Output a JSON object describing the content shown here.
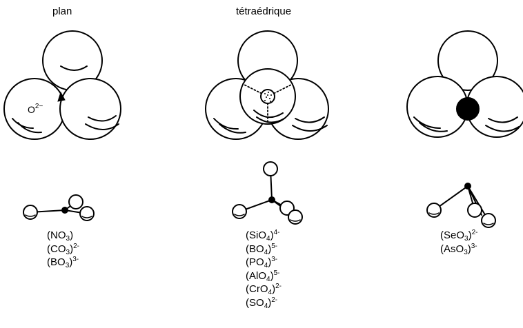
{
  "columns": [
    {
      "heading": "plan",
      "atom_label": {
        "base": "O",
        "sup": "2−"
      },
      "ions": [
        {
          "open": "(",
          "parts": [
            [
              "N",
              ""
            ],
            [
              "O",
              "3"
            ]
          ],
          "close": ")",
          "charge": ""
        },
        {
          "open": "(",
          "parts": [
            [
              "C",
              ""
            ],
            [
              "O",
              "3"
            ]
          ],
          "close": ")",
          "charge": "2-"
        },
        {
          "open": "(",
          "parts": [
            [
              "B",
              ""
            ],
            [
              "O",
              "3"
            ]
          ],
          "close": ")",
          "charge": "3-"
        }
      ]
    },
    {
      "heading": "tétraédrique",
      "ions": [
        {
          "open": "(",
          "parts": [
            [
              "Si",
              ""
            ],
            [
              "O",
              "4"
            ]
          ],
          "close": ")",
          "charge": "4-"
        },
        {
          "open": "(",
          "parts": [
            [
              "B",
              ""
            ],
            [
              "O",
              "4"
            ]
          ],
          "close": ")",
          "charge": "5-"
        },
        {
          "open": "(",
          "parts": [
            [
              "P",
              ""
            ],
            [
              "O",
              "4"
            ]
          ],
          "close": ")",
          "charge": "3-"
        },
        {
          "open": "(",
          "parts": [
            [
              "Al",
              ""
            ],
            [
              "O",
              "4"
            ]
          ],
          "close": ")",
          "charge": "5-"
        },
        {
          "open": "(",
          "parts": [
            [
              "Cr",
              ""
            ],
            [
              "O",
              "4"
            ]
          ],
          "close": ")",
          "charge": "2-"
        },
        {
          "open": "(",
          "parts": [
            [
              "S",
              ""
            ],
            [
              "O",
              "4"
            ]
          ],
          "close": ")",
          "charge": "2-"
        }
      ]
    },
    {
      "heading": "",
      "ions": [
        {
          "open": "(",
          "parts": [
            [
              "Se",
              ""
            ],
            [
              "O",
              "3"
            ]
          ],
          "close": ")",
          "charge": "2-"
        },
        {
          "open": "(",
          "parts": [
            [
              "As",
              ""
            ],
            [
              "O",
              "3"
            ]
          ],
          "close": ")",
          "charge": "3-"
        }
      ]
    }
  ]
}
